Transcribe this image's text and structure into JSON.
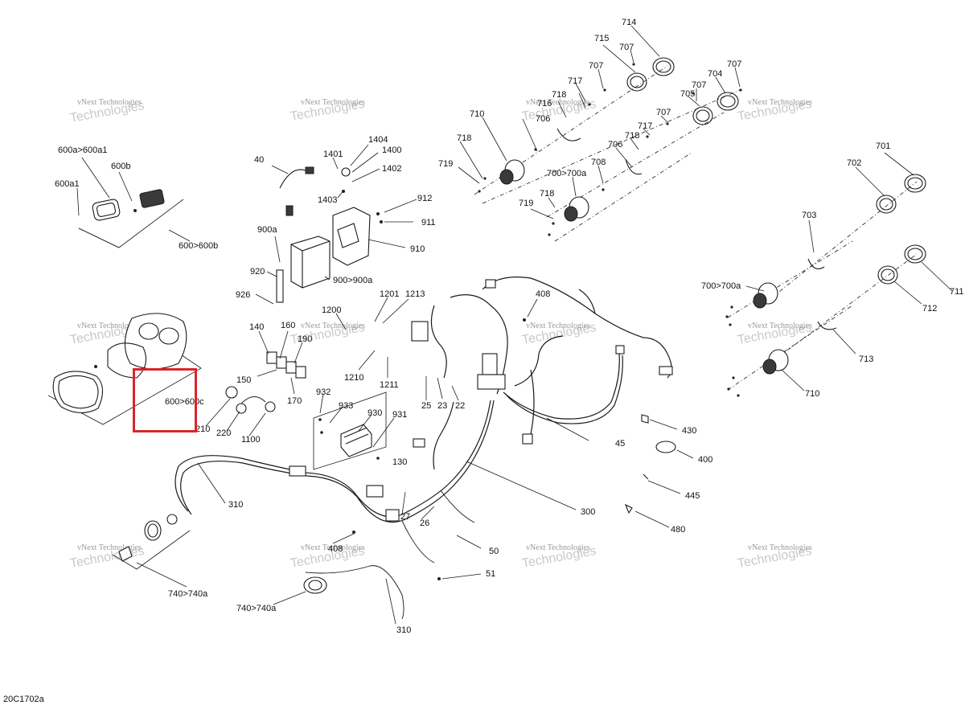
{
  "figure_code": "20C1702a",
  "watermark": {
    "line1": "vNext Technologies",
    "line2": "Technologies"
  },
  "highlight": {
    "color": "#d9252a",
    "target_label": "600>600c"
  },
  "labels": [
    "714",
    "715",
    "707",
    "707",
    "717",
    "716",
    "718",
    "706",
    "710",
    "718",
    "719",
    "707",
    "704",
    "707",
    "705",
    "707",
    "717",
    "718",
    "706",
    "708",
    "700>700a",
    "718",
    "719",
    "701",
    "702",
    "703",
    "700>700a",
    "711",
    "712",
    "713",
    "710",
    "1404",
    "1401",
    "1400",
    "1402",
    "1403",
    "40",
    "912",
    "911",
    "910",
    "900a",
    "920",
    "900>900a",
    "926",
    "1201",
    "1213",
    "1200",
    "408",
    "140",
    "160",
    "190",
    "150",
    "170",
    "1210",
    "1211",
    "25",
    "23",
    "22",
    "932",
    "933",
    "930",
    "931",
    "220",
    "1100",
    "210",
    "600a>600a1",
    "600b",
    "600a1",
    "600>600b",
    "600>600c",
    "130",
    "45",
    "430",
    "400",
    "445",
    "480",
    "300",
    "310",
    "27",
    "26",
    "50",
    "51",
    "408",
    "740>740a",
    "740>740a",
    "310"
  ]
}
